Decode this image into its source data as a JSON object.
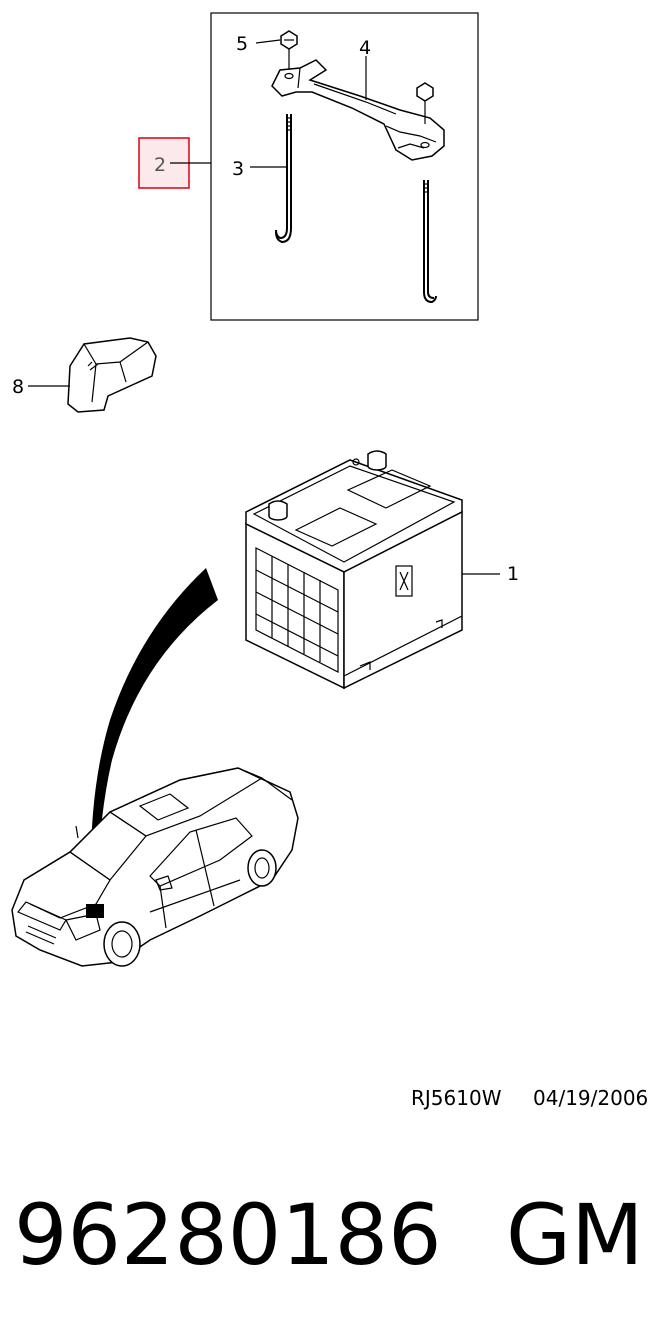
{
  "callouts": {
    "c1": "1",
    "c2": "2",
    "c3": "3",
    "c4": "4",
    "c5": "5",
    "c8": "8"
  },
  "reference": {
    "code": "RJ5610W",
    "date": "04/19/2006"
  },
  "part": {
    "number": "96280186",
    "brand": "GM"
  },
  "colors": {
    "highlight_border": "#e0101a",
    "highlight_fill": "#fbe9ec"
  },
  "icons": {
    "nut": "hex-nut-icon",
    "bracket": "hold-down-bracket-icon",
    "rod": "j-bolt-rod-icon",
    "cover": "terminal-cover-icon",
    "battery": "battery-icon",
    "car": "sedan-car-icon"
  }
}
